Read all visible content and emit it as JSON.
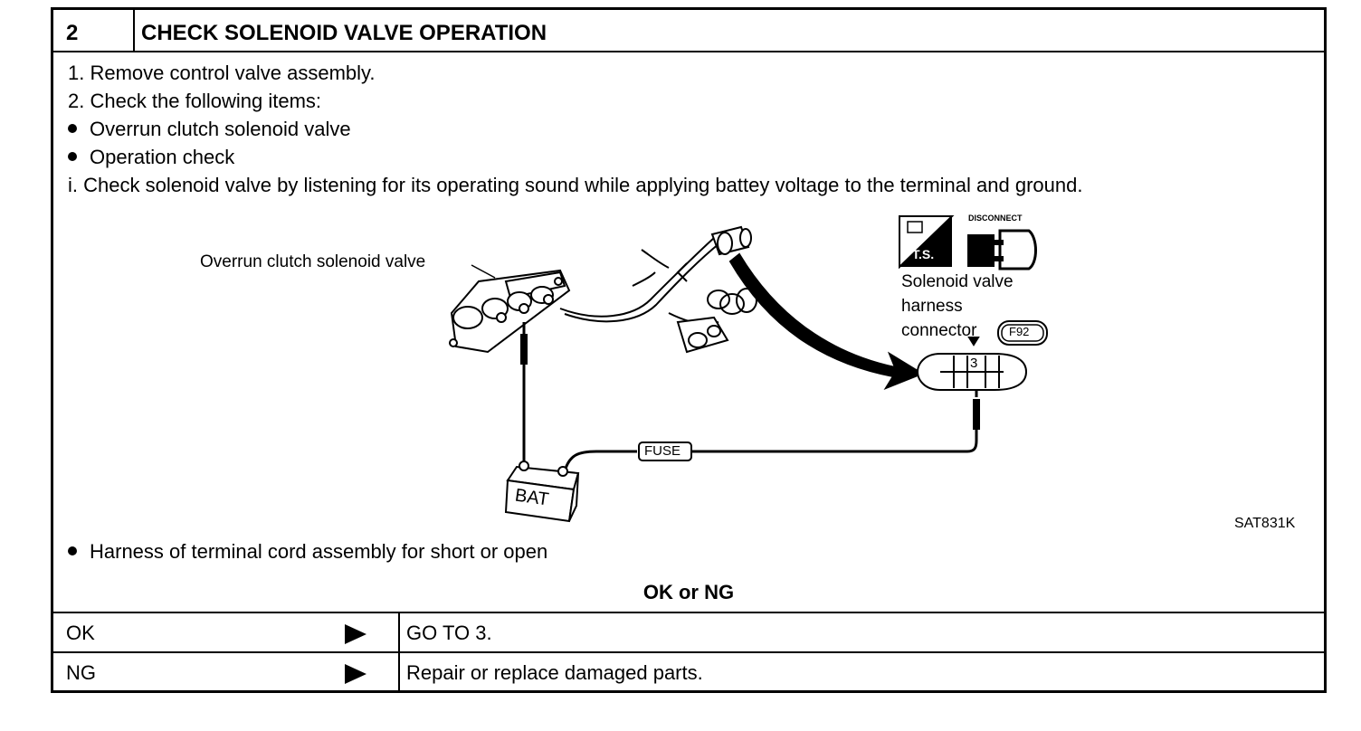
{
  "step": {
    "number": "2",
    "title": "CHECK SOLENOID VALVE OPERATION"
  },
  "instructions": [
    "1.  Remove control valve assembly.",
    "2.  Check the following items:",
    "Overrun clutch solenoid valve",
    "Operation check",
    "i.  Check solenoid valve by listening for its operating sound while applying battey voltage to the terminal and ground."
  ],
  "figure": {
    "valve_label": "Overrun clutch solenoid valve",
    "connector_label_1": "Solenoid valve",
    "connector_label_2": "harness",
    "connector_label_3": "connector",
    "connector_code": "F92",
    "terminal": "3",
    "fuse_label": "FUSE",
    "battery_label": "BAT",
    "ts_label": "T.S.",
    "disconnect_label": "DISCONNECT",
    "figure_code": "SAT831K"
  },
  "after_figure": "Harness of terminal cord assembly for short or open",
  "result_heading": "OK or NG",
  "results": [
    {
      "status": "OK",
      "action": "GO TO 3."
    },
    {
      "status": "NG",
      "action": "Repair or replace damaged parts."
    }
  ],
  "icons": {
    "arrow": "black-triangle-right-icon",
    "bullet": "filled-circle-bullet-icon"
  }
}
